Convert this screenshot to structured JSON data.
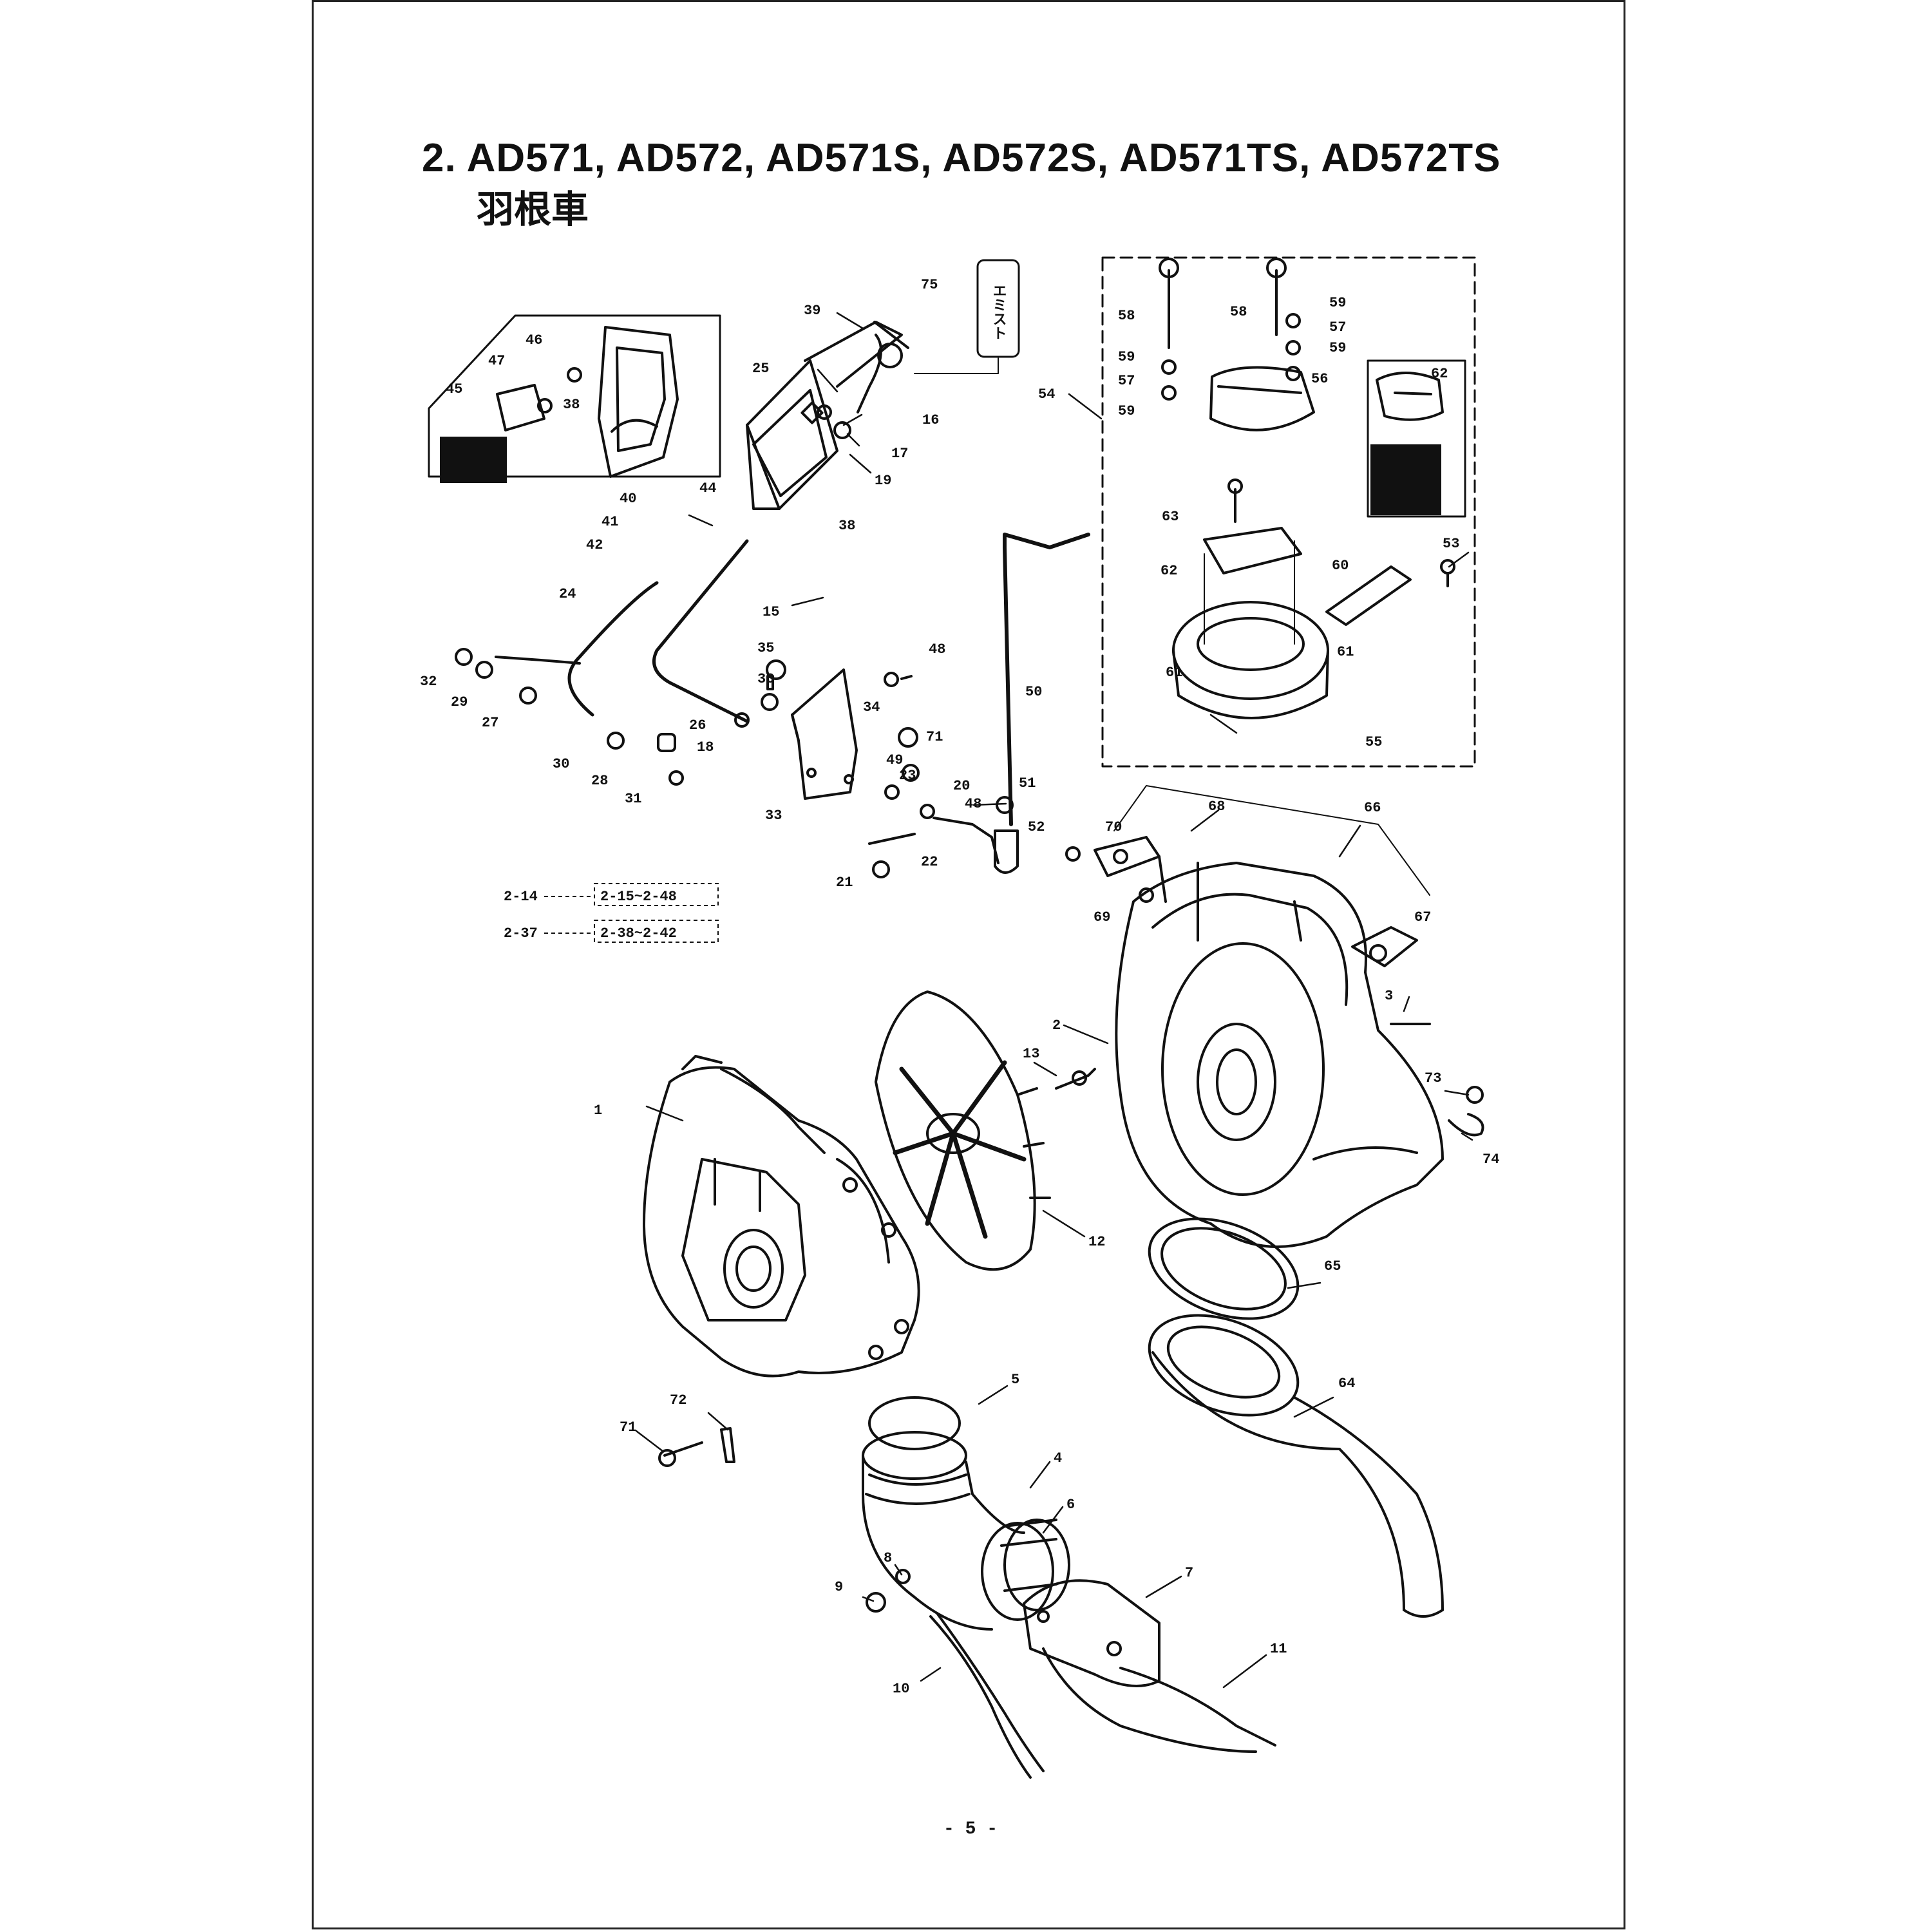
{
  "page": {
    "title_line1": "2. AD571, AD572, AD571S, AD572S, AD571TS, AD572TS",
    "title_line2": "羽根車",
    "page_number": "- 5 -"
  },
  "assembly_refs": [
    {
      "parent": "2-14",
      "range": "2-15~2-48"
    },
    {
      "parent": "2-37",
      "range": "2-38~2-42"
    }
  ],
  "tag_text": "エミスト",
  "part_labels": [
    "1",
    "2",
    "3",
    "4",
    "5",
    "6",
    "7",
    "8",
    "9",
    "10",
    "11",
    "12",
    "13",
    "15",
    "16",
    "17",
    "18",
    "19",
    "20",
    "21",
    "22",
    "23",
    "24",
    "25",
    "26",
    "27",
    "28",
    "29",
    "30",
    "31",
    "32",
    "33",
    "34",
    "35",
    "36",
    "38",
    "39",
    "40",
    "41",
    "42",
    "44",
    "45",
    "46",
    "47",
    "48",
    "49",
    "50",
    "51",
    "52",
    "53",
    "54",
    "55",
    "56",
    "57",
    "58",
    "59",
    "60",
    "61",
    "62",
    "63",
    "64",
    "65",
    "66",
    "67",
    "68",
    "69",
    "70",
    "71",
    "72",
    "73",
    "74",
    "75"
  ],
  "colors": {
    "ink": "#111111",
    "paper": "#ffffff"
  }
}
